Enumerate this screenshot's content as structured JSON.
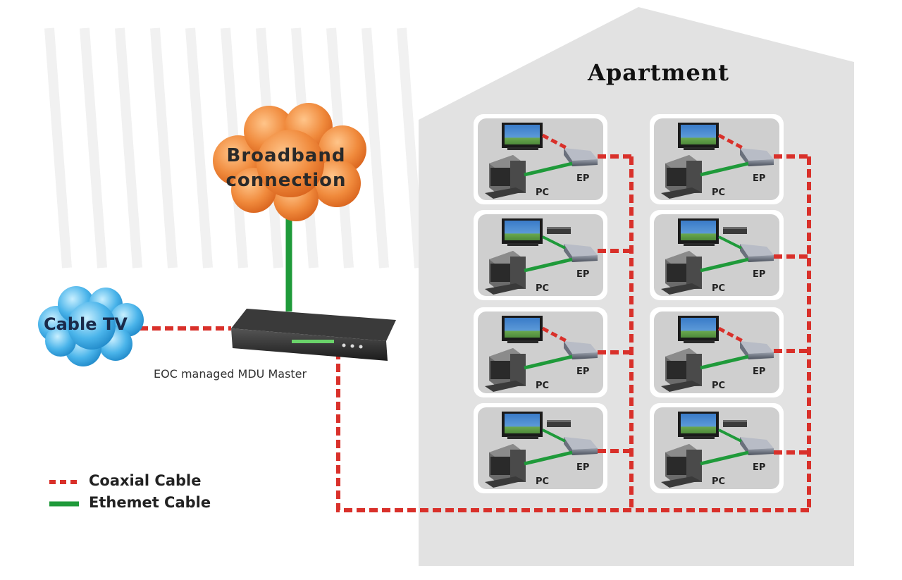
{
  "title": "Apartment",
  "broadband": {
    "line1": "Broadband",
    "line2": "connection"
  },
  "cable_tv": "Cable TV",
  "master_label": "EOC managed MDU Master",
  "legend": {
    "coax": "Coaxial Cable",
    "ethernet": "Ethemet Cable"
  },
  "unit_labels": {
    "pc": "PC",
    "ep": "EP"
  },
  "colors": {
    "coax": "#d9302a",
    "ethernet": "#1f9a3a",
    "house": "#e2e2e2",
    "room_box": "#cfcfcf",
    "broadband_cloud": "#f08a3c",
    "cable_tv_cloud": "#4ab4ea"
  },
  "icons": [
    "broadband-cloud-icon",
    "cable-tv-cloud-icon",
    "mdu-master-device-icon",
    "tv-icon",
    "pc-icon",
    "ep-device-icon",
    "set-top-box-icon"
  ]
}
